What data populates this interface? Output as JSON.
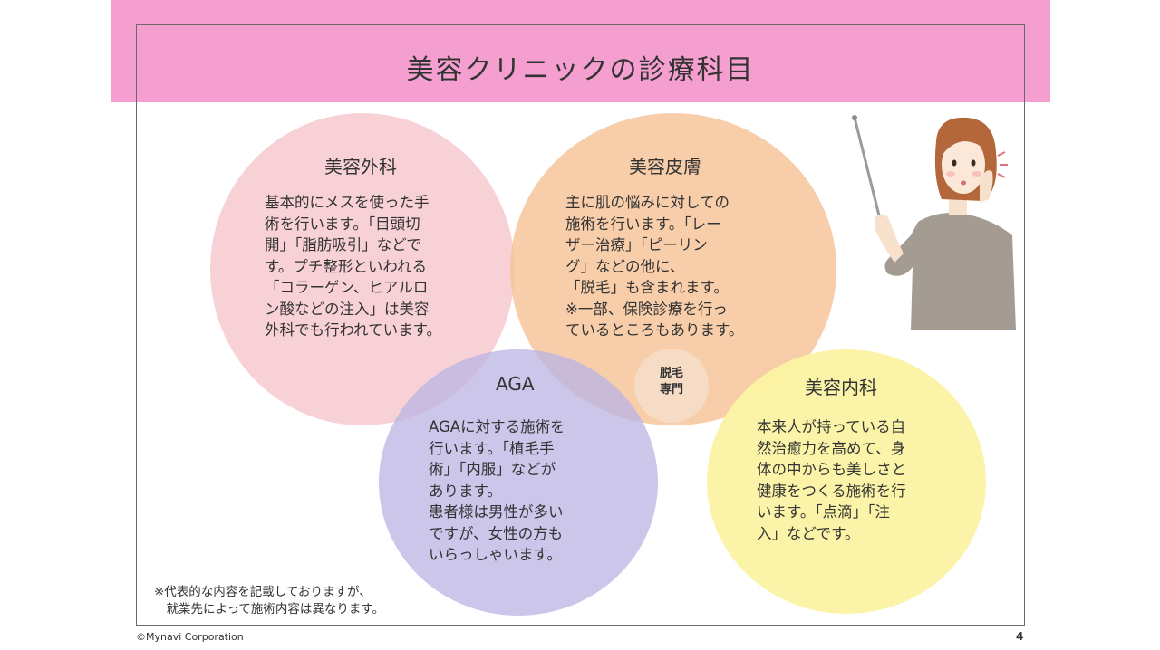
{
  "title": "美容クリニックの診療科目",
  "sections": {
    "surgery": {
      "heading": "美容外科",
      "body": "基本的にメスを使った手\n術を行います。「目頭切\n開」「脂肪吸引」などで\nす。プチ整形といわれる\n「コラーゲン、ヒアルロ\nン酸などの注入」は美容\n外科でも行われています。"
    },
    "dermatology": {
      "heading": "美容皮膚",
      "body": "主に肌の悩みに対しての\n施術を行います。「レー\nザー治療」「ピーリン\nグ」などの他に、\n「脱毛」も含まれます。\n※一部、保険診療を行っ\nているところもあります。"
    },
    "aga": {
      "heading": "AGA",
      "body": "AGAに対する施術を\n行います。「植毛手\n術」「内服」などが\nあります。\n患者様は男性が多い\nですが、女性の方も\nいらっしゃいます。"
    },
    "internal": {
      "heading": "美容内科",
      "body": "本来人が持っている自\n然治癒力を高めて、身\n体の中からも美しさと\n健康をつくる施術を行\nいます。「点滴」「注\n入」などです。"
    },
    "hair_removal": {
      "label": "脱毛\n専門"
    }
  },
  "note": "※代表的な内容を記載しておりますが、\n　就業先によって施術内容は異なります。",
  "footer": {
    "copyright": "©Mynavi Corporation",
    "page_number": "4"
  },
  "colors": {
    "header": "#f59fd0",
    "surgery": "#f7c9cf",
    "dermatology": "#f6c49b",
    "aga": "#bdb6e4",
    "internal": "#fbf3a3",
    "hair_removal": "#f7dcc6"
  },
  "illustration": "woman-with-pointer-illustration"
}
